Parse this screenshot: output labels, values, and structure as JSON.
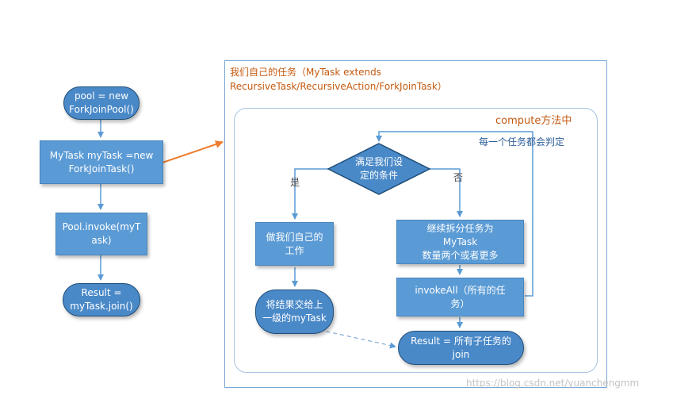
{
  "left_flow": {
    "pool_node": "pool = new\nForkJoinPool()",
    "mytask_node": "MyTask myTask =new\nForkJoinTask()",
    "invoke_node": "Pool.invoke(myT\nask)",
    "result_node": "Result =\nmyTask.join()"
  },
  "outer_frame": {
    "title": "我们自己的任务（MyTask extends\nRecursiveTask/RecursiveAction/ForkJoinTask）"
  },
  "compute": {
    "title": "compute方法中",
    "loop_note": "每一个任务都会判定",
    "decision": "满足我们设\n定的条件",
    "yes_label": "是",
    "no_label": "否",
    "do_work": "做我们自己的\n工作",
    "return_result": "将结果交给上\n一级的myTask",
    "split_tasks": "继续拆分任务为\nMyTask\n数量两个或者更多",
    "invoke_all": "invokeAll（所有的任\n务）",
    "join_result": "Result = 所有子任务的\njoin"
  },
  "colors": {
    "node_fill": "#5b9bd5",
    "pill_fill": "#4a89c8",
    "connector": "#5b9bd5",
    "accent_arrow": "#ed7d31",
    "title_text": "#c55a11"
  },
  "watermark": "https://blog.csdn.net/yuanchengmm"
}
